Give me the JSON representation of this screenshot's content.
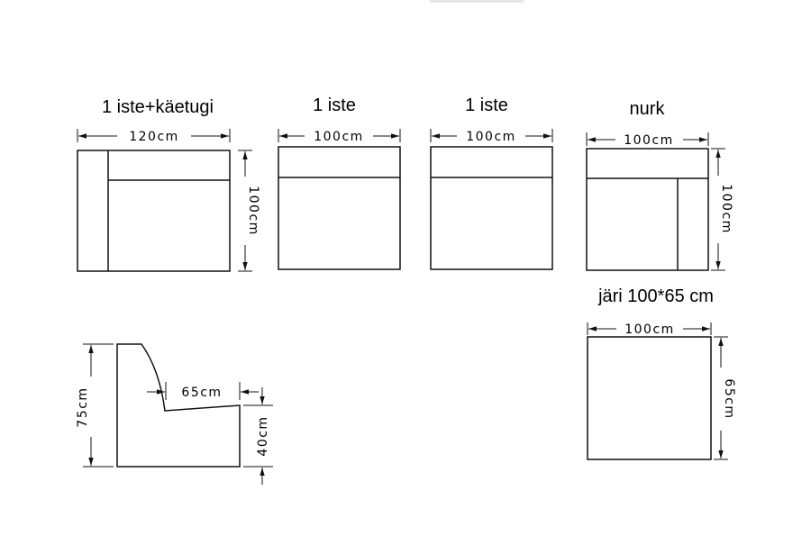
{
  "modules": [
    {
      "title": "1 iste+käetugi",
      "width_label": "120cm",
      "depth_label": "100cm"
    },
    {
      "title": "1 iste",
      "width_label": "100cm"
    },
    {
      "title": "1 iste",
      "width_label": "100cm"
    },
    {
      "title": "nurk",
      "width_label": "100cm",
      "depth_label": "100cm"
    }
  ],
  "footrest": {
    "title": "järi 100*65 cm",
    "width_label": "100cm",
    "depth_label": "65cm"
  },
  "profile": {
    "height_label": "75cm",
    "seat_depth_label": "65cm",
    "seat_height_label": "40cm"
  }
}
